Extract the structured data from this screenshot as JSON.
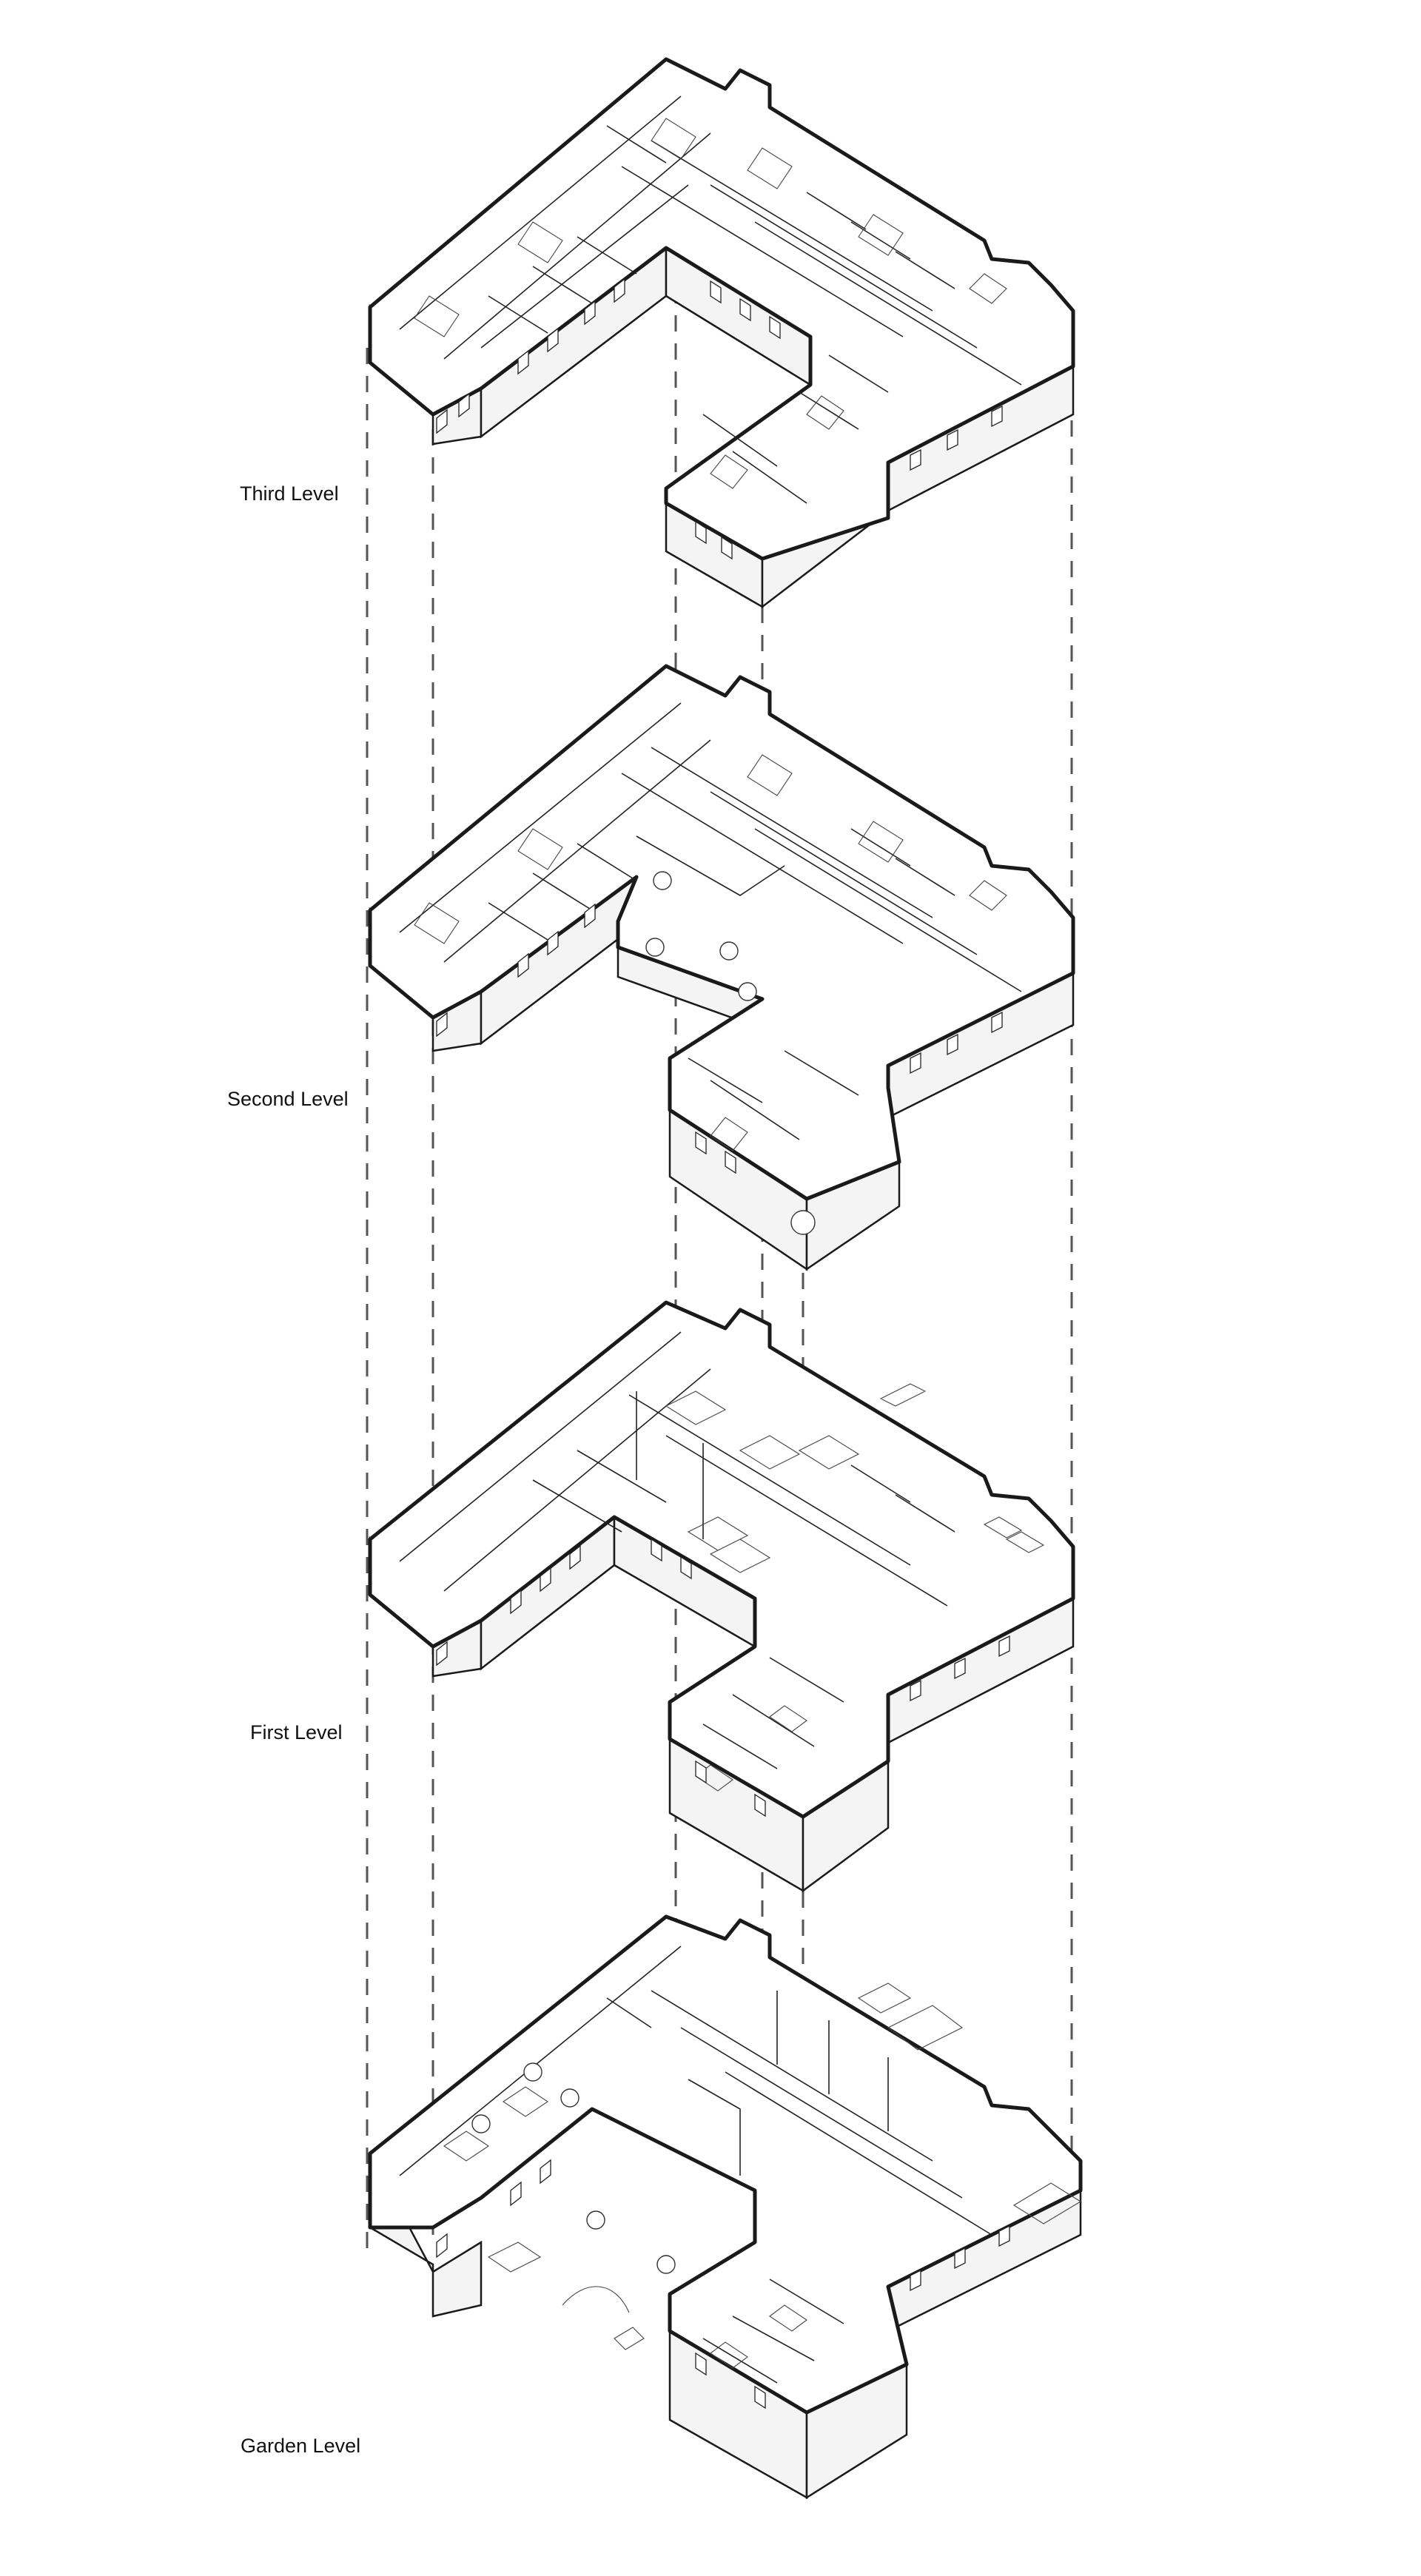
{
  "diagram": {
    "type": "exploded-axonometric-floor-plan",
    "levels": [
      {
        "id": "third",
        "label": "Third Level"
      },
      {
        "id": "second",
        "label": "Second Level"
      },
      {
        "id": "first",
        "label": "First Level"
      },
      {
        "id": "garden",
        "label": "Garden Level"
      }
    ]
  },
  "colors": {
    "line": "#1a1a1a",
    "background": "#ffffff",
    "guide": "#555555"
  }
}
